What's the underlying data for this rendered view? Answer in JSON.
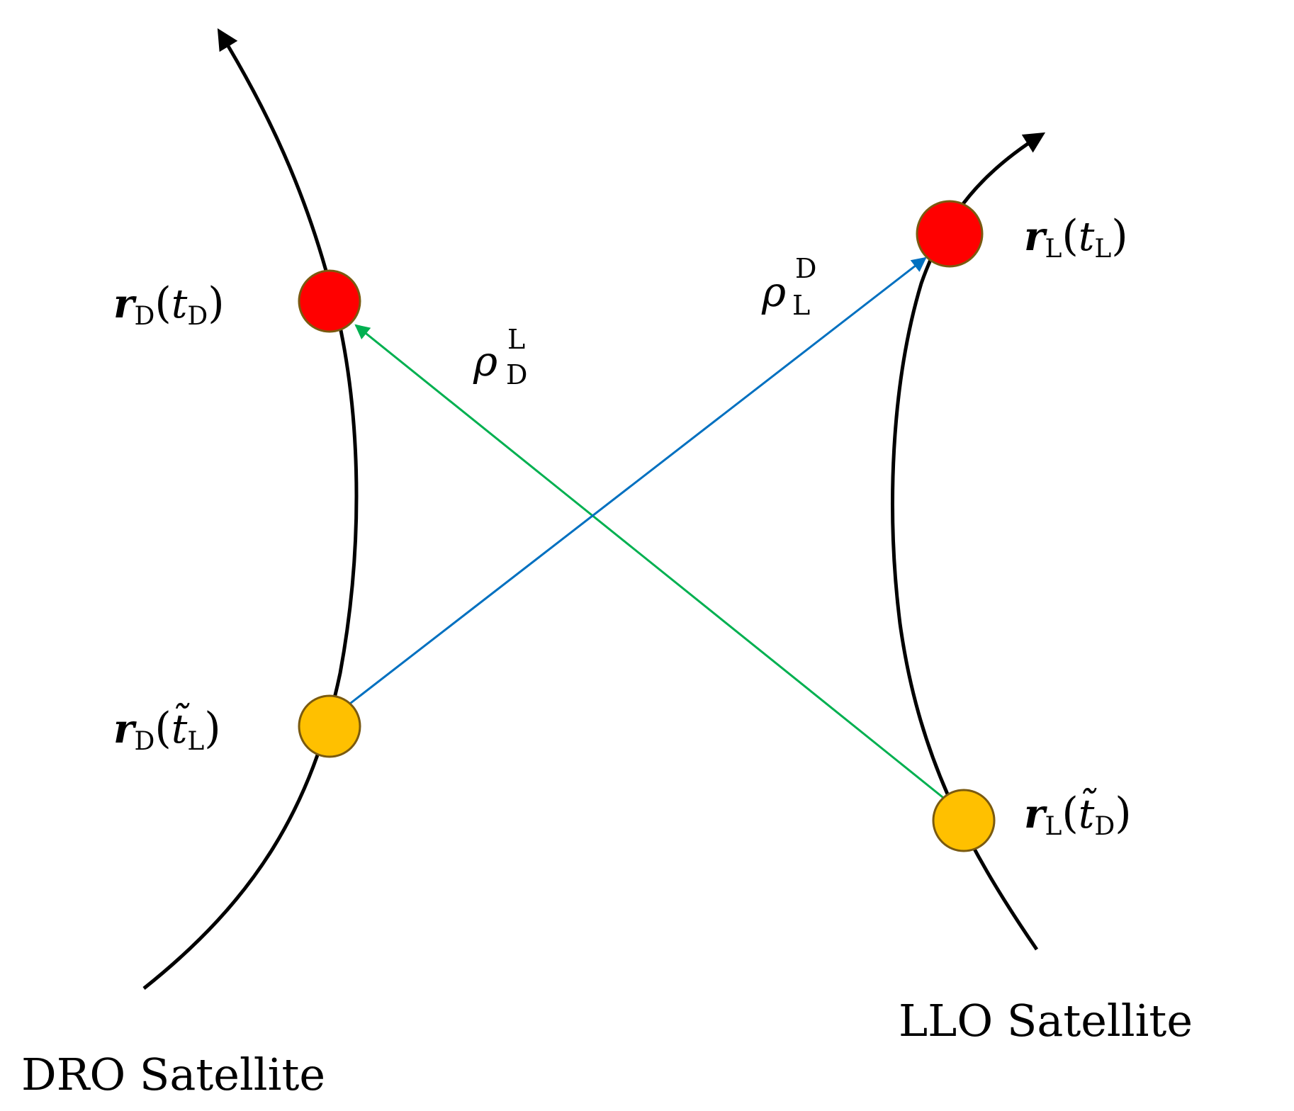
{
  "orbits": {
    "dro_label": "DRO Satellite",
    "llo_label": "LLO Satellite"
  },
  "points": {
    "rD_tD": {
      "symbol": "r",
      "sub": "D",
      "arg": "t",
      "arg_sub": "D",
      "tilde": false
    },
    "rD_tL_tilde": {
      "symbol": "r",
      "sub": "D",
      "arg": "t̃",
      "arg_sub": "L",
      "tilde": true
    },
    "rL_tL": {
      "symbol": "r",
      "sub": "L",
      "arg": "t",
      "arg_sub": "L",
      "tilde": false
    },
    "rL_tD_tilde": {
      "symbol": "r",
      "sub": "L",
      "arg": "t̃",
      "arg_sub": "D",
      "tilde": true
    }
  },
  "links": {
    "rho_D_L": {
      "symbol": "ρ",
      "sub": "D",
      "sup": "L"
    },
    "rho_L_D": {
      "symbol": "ρ",
      "sub": "L",
      "sup": "D"
    }
  },
  "colors": {
    "orbit": "#000000",
    "current_point": "#ff0000",
    "past_point": "#ffc000",
    "point_stroke": "#7a5a10",
    "link_green": "#00b050",
    "link_blue": "#0070c0"
  },
  "paren_open": "(",
  "paren_close": ")"
}
